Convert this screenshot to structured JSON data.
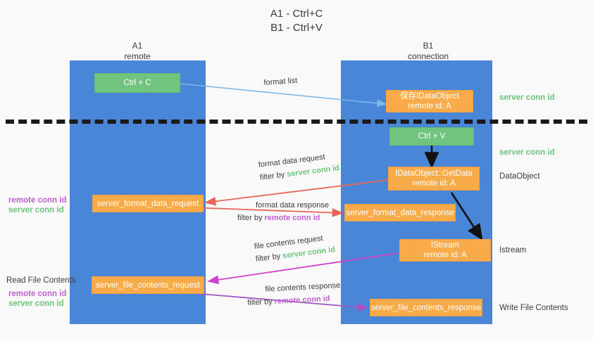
{
  "title": {
    "line1": "A1 - Ctrl+C",
    "line2": "B1 - Ctrl+V"
  },
  "lanes": [
    {
      "id": "a1",
      "name": "A1",
      "role": "remote"
    },
    {
      "id": "b1",
      "name": "B1",
      "role": "connection"
    }
  ],
  "nodes": {
    "ctrl_c": {
      "line1": "Ctrl + C",
      "line2": ""
    },
    "ctrl_v": {
      "line1": "Ctrl + V",
      "line2": ""
    },
    "save_dataobject": {
      "line1": "保存IDataObject",
      "line2": "remote id: A"
    },
    "getdata": {
      "line1": "IDataObject::GetData",
      "line2": "remote id: A"
    },
    "istream": {
      "line1": "IStream",
      "line2": "remote id: A"
    },
    "fmt_req": {
      "line1": "server_format_data_request",
      "line2": ""
    },
    "fmt_resp": {
      "line1": "server_format_data_response",
      "line2": ""
    },
    "file_req": {
      "line1": "server_file_contents_request",
      "line2": ""
    },
    "file_resp": {
      "line1": "server_file_contents_response",
      "line2": ""
    }
  },
  "edges": [
    {
      "id": "format_list",
      "line1": "format list",
      "prefix": "",
      "tag": "",
      "tag_color": ""
    },
    {
      "id": "fmt_data_request",
      "line1": "format data request",
      "prefix": "filter by",
      "tag": "server conn id",
      "tag_color": "green"
    },
    {
      "id": "fmt_data_response",
      "line1": "format data response",
      "prefix": "filter by",
      "tag": "remote conn id",
      "tag_color": "purple"
    },
    {
      "id": "file_req_edge",
      "line1": "file contents request",
      "prefix": "filter by",
      "tag": "server conn id",
      "tag_color": "green"
    },
    {
      "id": "file_resp_edge",
      "line1": "file contents response",
      "prefix": "filter by",
      "tag": "remote conn id",
      "tag_color": "purple"
    }
  ],
  "annotations": {
    "right": [
      {
        "id": "server_conn_top",
        "text": "server conn id",
        "color": "green"
      },
      {
        "id": "server_conn_second",
        "text": "server conn id",
        "color": "green"
      },
      {
        "id": "dataobject",
        "text": "DataObject",
        "color": "gray"
      },
      {
        "id": "istream",
        "text": "Istream",
        "color": "gray"
      },
      {
        "id": "write_file",
        "text": "Write File Contents",
        "color": "gray"
      }
    ],
    "left": [
      {
        "id": "left_remote_1",
        "text": "remote conn id",
        "color": "purple"
      },
      {
        "id": "left_server_1",
        "text": "server conn id",
        "color": "green"
      },
      {
        "id": "read_file",
        "text": "Read File Contents",
        "color": "gray"
      },
      {
        "id": "left_remote_2",
        "text": "remote conn id",
        "color": "purple"
      },
      {
        "id": "left_server_2",
        "text": "server conn id",
        "color": "green"
      }
    ]
  },
  "colors": {
    "lane": "#4a86d8",
    "node_orange": "#f9ab49",
    "node_green": "#71c47e",
    "server_conn": "#6cc47c",
    "remote_conn": "#c060d0",
    "arrow_blue": "#7ab8e8",
    "arrow_red": "#e8675a",
    "arrow_magenta": "#d040c8",
    "arrow_purple": "#a055c0",
    "arrow_black": "#111111",
    "background": "#f9f9f9"
  }
}
